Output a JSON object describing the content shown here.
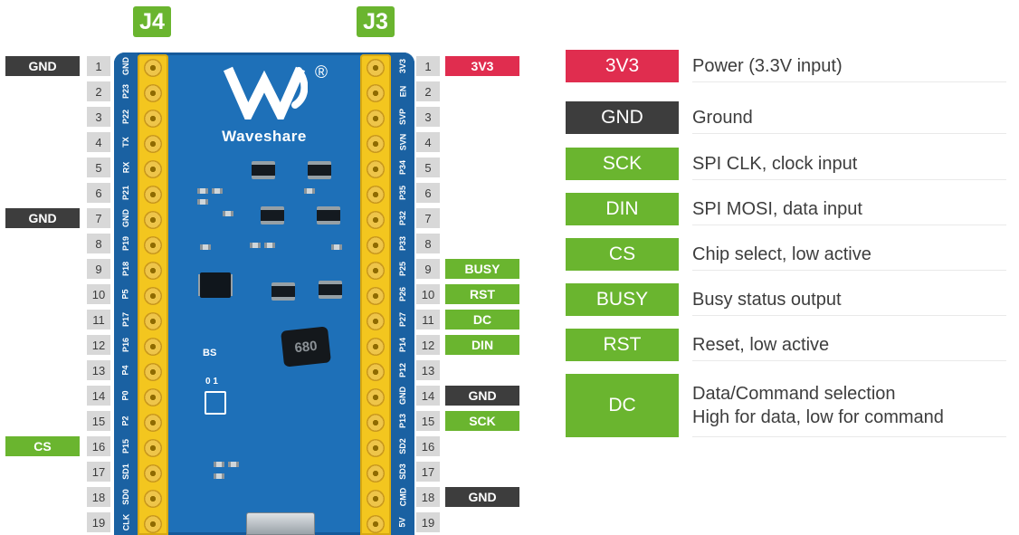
{
  "headers": {
    "j4_label": "J4",
    "j3_label": "J3"
  },
  "board": {
    "brand": "Waveshare",
    "registered": "®",
    "silkscreen": {
      "bs": "BS",
      "zero_one": "0 1",
      "inductor": "680"
    },
    "pin_numbers": [
      "1",
      "2",
      "3",
      "4",
      "5",
      "6",
      "7",
      "8",
      "9",
      "10",
      "11",
      "12",
      "13",
      "14",
      "15",
      "16",
      "17",
      "18",
      "19"
    ],
    "j4_pins": [
      "GND",
      "P23",
      "P22",
      "TX",
      "RX",
      "P21",
      "GND",
      "P19",
      "P18",
      "P5",
      "P17",
      "P16",
      "P4",
      "P0",
      "P2",
      "P15",
      "SD1",
      "SD0",
      "CLK"
    ],
    "j3_pins": [
      "3V3",
      "EN",
      "SVP",
      "SVN",
      "P34",
      "P35",
      "P32",
      "P33",
      "P25",
      "P26",
      "P27",
      "P14",
      "P12",
      "GND",
      "P13",
      "SD2",
      "SD3",
      "CMD",
      "5V"
    ]
  },
  "left_callouts": [
    {
      "pin": 1,
      "label": "GND",
      "type": "gnd"
    },
    {
      "pin": 7,
      "label": "GND",
      "type": "gnd"
    },
    {
      "pin": 16,
      "label": "CS",
      "type": "signal"
    }
  ],
  "right_callouts": [
    {
      "pin": 1,
      "label": "3V3",
      "type": "power"
    },
    {
      "pin": 9,
      "label": "BUSY",
      "type": "signal"
    },
    {
      "pin": 10,
      "label": "RST",
      "type": "signal"
    },
    {
      "pin": 11,
      "label": "DC",
      "type": "signal"
    },
    {
      "pin": 12,
      "label": "DIN",
      "type": "signal"
    },
    {
      "pin": 14,
      "label": "GND",
      "type": "gnd"
    },
    {
      "pin": 15,
      "label": "SCK",
      "type": "signal"
    },
    {
      "pin": 18,
      "label": "GND",
      "type": "gnd"
    }
  ],
  "legend": [
    {
      "label": "3V3",
      "type": "power",
      "desc": "Power (3.3V input)"
    },
    {
      "label": "GND",
      "type": "gnd",
      "desc": "Ground"
    },
    {
      "label": "SCK",
      "type": "signal",
      "desc": "SPI CLK, clock input"
    },
    {
      "label": "DIN",
      "type": "signal",
      "desc": "SPI MOSI, data input"
    },
    {
      "label": "CS",
      "type": "signal",
      "desc": "Chip select, low active"
    },
    {
      "label": "BUSY",
      "type": "signal",
      "desc": "Busy status output"
    },
    {
      "label": "RST",
      "type": "signal",
      "desc": "Reset, low active"
    },
    {
      "label": "DC",
      "type": "signal",
      "desc": "Data/Command selection",
      "desc2": "High for data, low for command"
    }
  ],
  "colors": {
    "power": "#e02d4f",
    "gnd": "#3d3d3d",
    "signal": "#6ab52f",
    "pcb": "#1e70b8",
    "header_yellow": "#f3c61f"
  }
}
